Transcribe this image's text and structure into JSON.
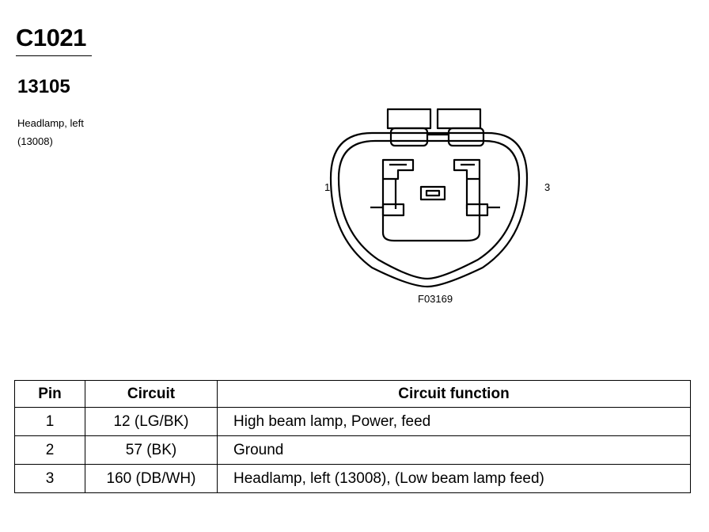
{
  "header": {
    "connector_id": "C1021",
    "part_number": "13105",
    "description_line1": "Headlamp, left",
    "description_line2": "(13008)"
  },
  "diagram": {
    "pin_label_left": "1",
    "pin_label_right": "3",
    "figure_code": "F03169"
  },
  "table": {
    "headers": {
      "pin": "Pin",
      "circuit": "Circuit",
      "function": "Circuit function"
    },
    "rows": [
      {
        "pin": "1",
        "circuit": "12 (LG/BK)",
        "function": "High beam lamp, Power, feed"
      },
      {
        "pin": "2",
        "circuit": "57 (BK)",
        "function": "Ground"
      },
      {
        "pin": "3",
        "circuit": "160 (DB/WH)",
        "function": "Headlamp, left (13008), (Low beam lamp feed)"
      }
    ]
  }
}
